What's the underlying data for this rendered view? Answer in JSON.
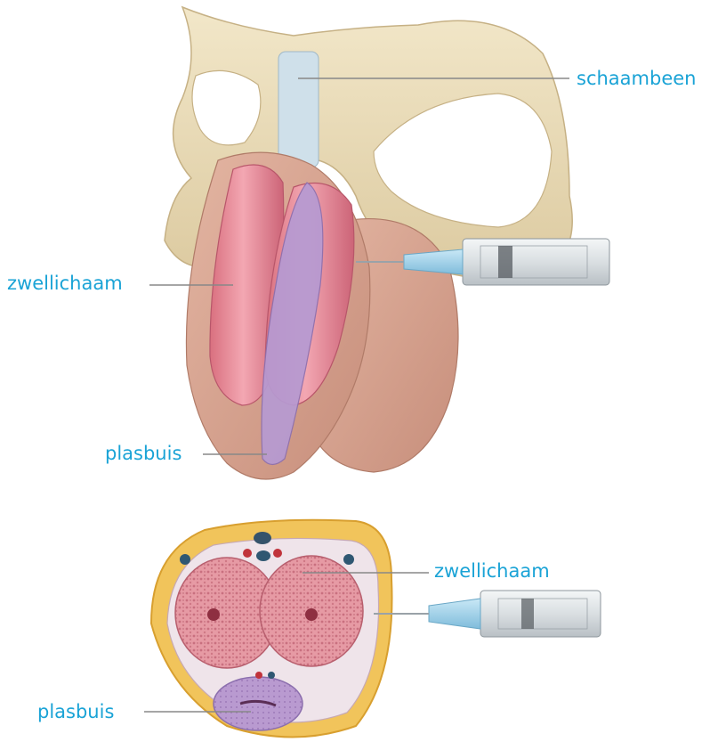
{
  "colors": {
    "label": "#1aa3d6",
    "leader_line": "#888888",
    "bone": "#eadcb8",
    "cartilage": "#cfe0ea",
    "corpus": "#e98796",
    "urethra": "#b69ad2",
    "skin": "#d8a591",
    "fat": "#f1c45b",
    "syringe_barrel": "#dfe3e6",
    "needle_hub": "#9fd0ea"
  },
  "icons": {
    "syringe": "syringe-icon"
  },
  "top_view": {
    "labels": {
      "pubic_bone": "schaambeen",
      "corpus": "zwellichaam",
      "urethra": "plasbuis"
    }
  },
  "cross_section": {
    "labels": {
      "corpus": "zwellichaam",
      "urethra": "plasbuis"
    }
  }
}
